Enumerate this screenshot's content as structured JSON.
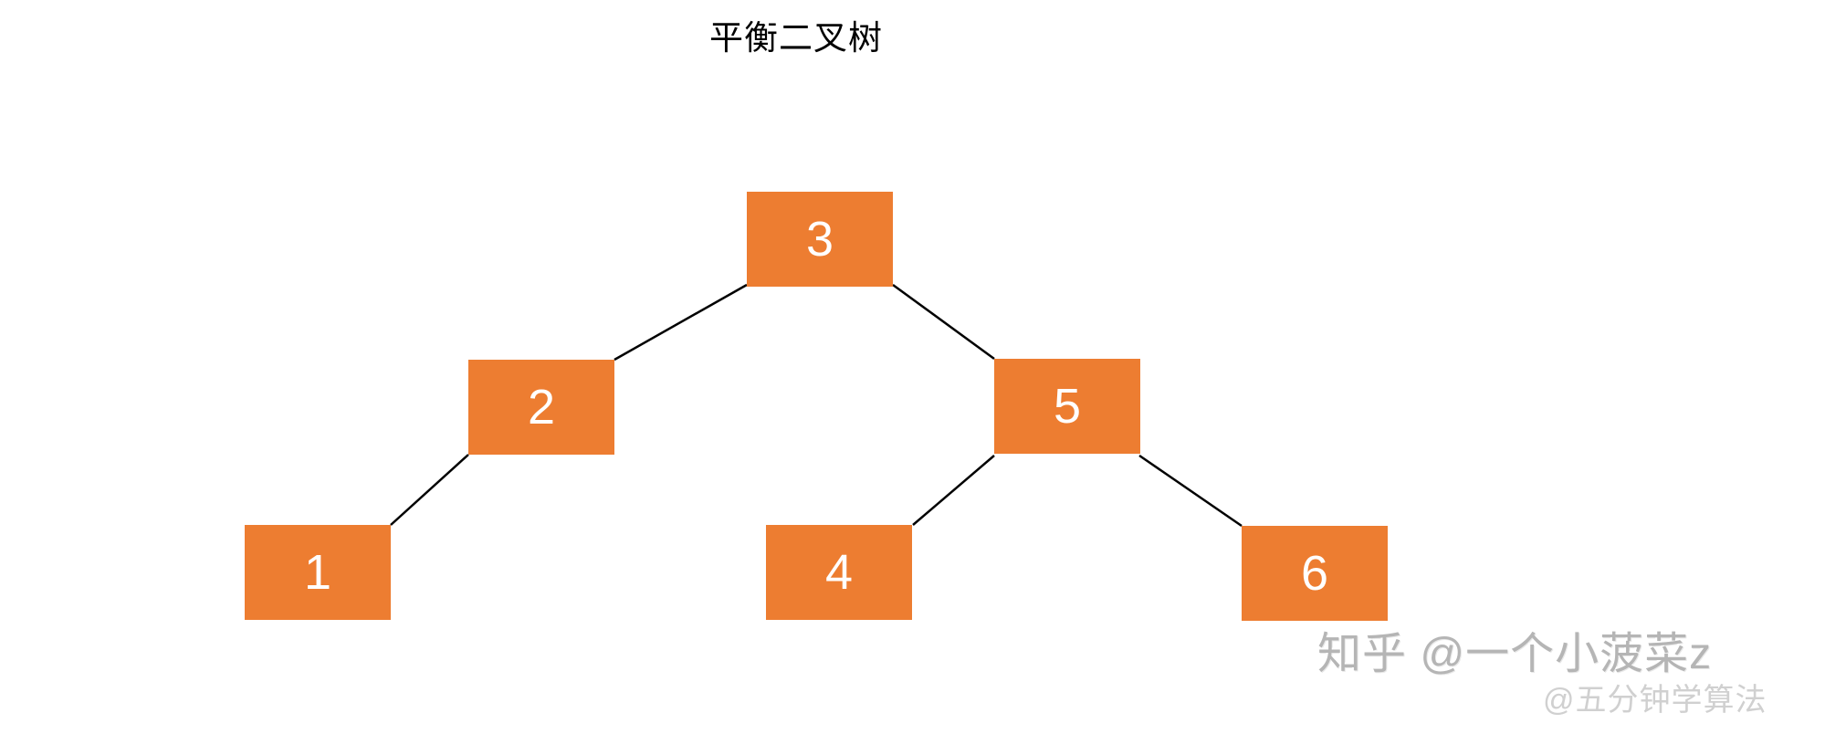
{
  "title": "平衡二叉树",
  "tree": {
    "type": "binary-tree",
    "nodes": {
      "n3": {
        "label": "3"
      },
      "n2": {
        "label": "2"
      },
      "n5": {
        "label": "5"
      },
      "n1": {
        "label": "1"
      },
      "n4": {
        "label": "4"
      },
      "n6": {
        "label": "6"
      }
    },
    "edges": [
      {
        "from": "3",
        "to": "2",
        "side": "left"
      },
      {
        "from": "3",
        "to": "5",
        "side": "right"
      },
      {
        "from": "2",
        "to": "1",
        "side": "left"
      },
      {
        "from": "5",
        "to": "4",
        "side": "left"
      },
      {
        "from": "5",
        "to": "6",
        "side": "right"
      }
    ],
    "colors": {
      "node_fill": "#ED7D31",
      "node_text": "#FFFFFF",
      "edge": "#000000",
      "background": "#FFFFFF",
      "title_text": "#000000"
    }
  },
  "watermarks": {
    "zhihu": "知乎 @一个小菠菜z",
    "secondary": "@五分钟学算法",
    "zhihu_color": "#B5B5B5",
    "secondary_color": "#D0D0D0"
  }
}
